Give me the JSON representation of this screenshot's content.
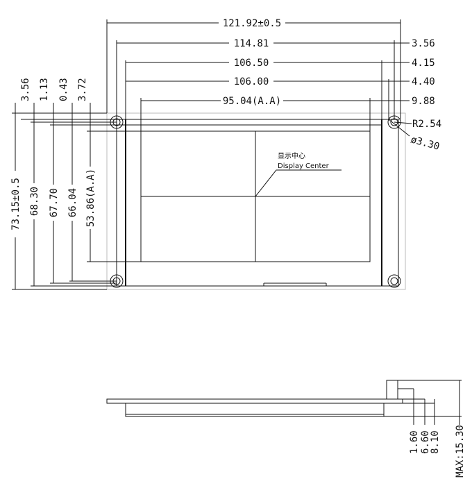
{
  "top_view": {
    "dims_horizontal": [
      "121.92±0.5",
      "114.81",
      "106.50",
      "106.00",
      "95.04(A.A)"
    ],
    "dims_right": [
      "3.56",
      "4.15",
      "4.40",
      "9.88"
    ],
    "dims_vertical_top": [
      "3.56",
      "1.13",
      "0.43",
      "3.72"
    ],
    "dims_vertical": [
      "73.15±0.5",
      "68.30",
      "67.70",
      "66.04",
      "53.86(A.A)"
    ],
    "hole_radius": "R2.54",
    "hole_diameter": "ø3.30",
    "center_label_cn": "显示中心",
    "center_label_en": "Display Center"
  },
  "side_view": {
    "dims": [
      "1.60",
      "6.60",
      "8.10",
      "MAX:15.30"
    ]
  }
}
